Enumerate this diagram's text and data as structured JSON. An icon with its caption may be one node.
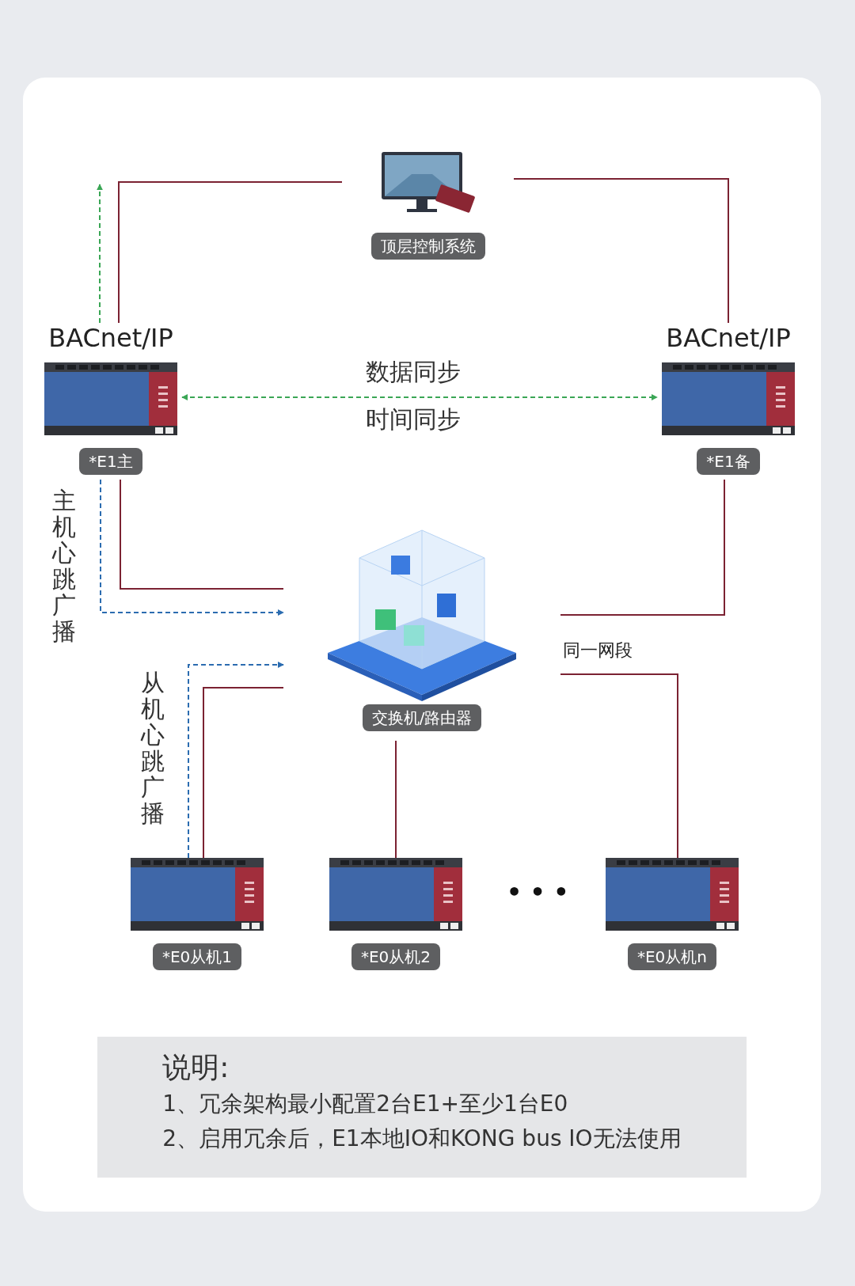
{
  "diagram": {
    "nodes": [
      {
        "text": [
          "顶层控制系统"
        ]
      },
      {
        "text": [
          "BACnet/IP",
          "*E1主"
        ]
      },
      {
        "text": [
          "BACnet/IP",
          "*E1备"
        ]
      },
      {
        "text": [
          "交换机/路由器"
        ]
      },
      {
        "text": [
          "*E0从机1"
        ]
      },
      {
        "text": [
          "*E0从机2"
        ]
      },
      {
        "text": [
          "*E0从机n"
        ]
      },
      {
        "text": [
          "说明:",
          "1、冗余架构最小配置2台E1+至少1台E0",
          "2、启用冗余后，E1本地IO和KONG bus IO无法使用"
        ]
      }
    ],
    "edges": [
      {
        "from": 1,
        "to": 0,
        "arrow": "none"
      },
      {
        "from": 0,
        "to": 2,
        "arrow": "none"
      },
      {
        "from": 1,
        "to": 2,
        "arrow": "both",
        "label": "数据同步",
        "style": "dashed",
        "color": "#3aa655"
      },
      {
        "from": 1,
        "to": null,
        "arrow": "to",
        "style": "dashed",
        "color": "#3aa655"
      },
      {
        "from": 1,
        "to": 3,
        "arrow": "none"
      },
      {
        "from": 1,
        "to": 3,
        "arrow": "to",
        "label": "主机心跳广播",
        "style": "dashed",
        "color": "#2b6cb0"
      },
      {
        "from": 2,
        "to": 3,
        "arrow": "none"
      },
      {
        "from": 3,
        "to": 4,
        "arrow": "none"
      },
      {
        "from": 4,
        "to": 3,
        "arrow": "to",
        "label": "从机心跳广播",
        "style": "dashed",
        "color": "#2b6cb0"
      },
      {
        "from": 3,
        "to": 5,
        "arrow": "none"
      },
      {
        "from": 3,
        "to": 6,
        "arrow": "none"
      }
    ],
    "labels": [
      "时间同步",
      "同一网段",
      "• • •"
    ]
  }
}
